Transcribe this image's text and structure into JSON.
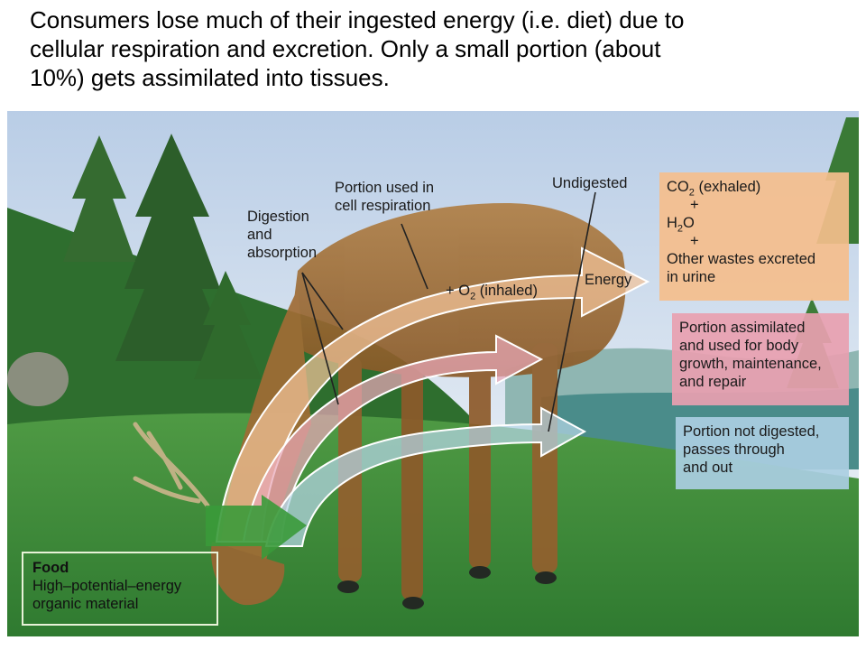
{
  "caption": {
    "line1": "Consumers lose much of their ingested energy (i.e. diet) due to",
    "line2": "cellular respiration and excretion.  Only a small portion (about",
    "line3": "10%) gets assimilated into tissues."
  },
  "labels": {
    "digestion": [
      "Digestion",
      "and",
      "absorption"
    ],
    "respiration": [
      "Portion used in",
      "cell respiration"
    ],
    "undigested": "Undigested",
    "o2_prefix": "+ O",
    "o2_sub": "2",
    "o2_suffix": " (inhaled)",
    "energy": "Energy"
  },
  "outputs": {
    "co2": {
      "co2_main": "CO",
      "co2_sub": "2",
      "co2_suffix": " (exhaled)",
      "plus1": "+",
      "h2o_h": "H",
      "h2o_sub": "2",
      "h2o_o": "O",
      "plus2": "+",
      "wastes_line1": "Other wastes excreted",
      "wastes_line2": "in urine"
    },
    "assimilated": [
      "Portion assimilated",
      "and used for body",
      "growth, maintenance,",
      "and repair"
    ],
    "not_digested": [
      "Portion not digested,",
      "passes through",
      "and out"
    ]
  },
  "food": {
    "title": "Food",
    "line1": "High–potential–energy",
    "line2": "organic material"
  },
  "colors": {
    "respiration_arrow": "#f2c49a",
    "assimilated_arrow": "#e9a8b8",
    "undigested_arrow": "#b5d6e6",
    "food_arrow": "#3a9a3a",
    "sky": "#c9d8ea",
    "grass": "#3f8a3c",
    "deer": "#a8743a"
  }
}
